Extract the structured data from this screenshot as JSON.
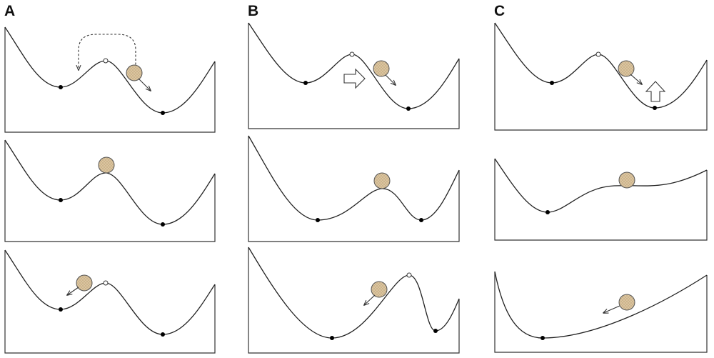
{
  "columns": [
    {
      "label": "A"
    },
    {
      "label": "B"
    },
    {
      "label": "C"
    }
  ],
  "colors": {
    "curve": "#222222",
    "ball_fill": "#dcc7a3",
    "ball_stroke": "#555555",
    "frame": "#333333",
    "dot": "#000000"
  },
  "icons": [
    "ball-icon",
    "arrow-icon",
    "dashed-arc-arrow-icon",
    "block-arrow-right-icon",
    "block-arrow-up-icon"
  ]
}
